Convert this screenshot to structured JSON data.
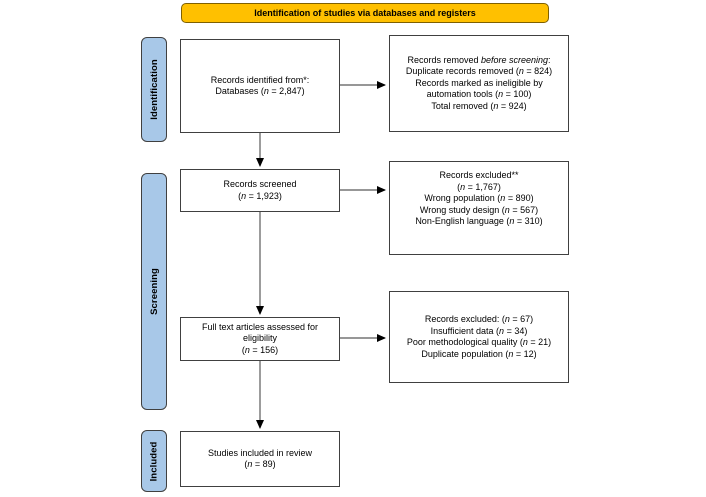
{
  "banner": {
    "label": "Identification of studies via databases and registers"
  },
  "stages": [
    {
      "id": "identification",
      "label": "Identification"
    },
    {
      "id": "screening",
      "label": "Screening"
    },
    {
      "id": "included",
      "label": "Included"
    }
  ],
  "boxes": [
    {
      "id": "records-identified",
      "lines": [
        "Records identified from*:",
        "Databases (*n* = 2,847)"
      ]
    },
    {
      "id": "records-removed-before-screening",
      "lines": [
        "Records removed *before screening*:",
        "Duplicate records removed (*n* = 824)",
        "Records marked as ineligible by",
        "automation tools (*n* = 100)",
        "Total removed (*n* = 924)"
      ]
    },
    {
      "id": "records-screened",
      "lines": [
        "Records screened",
        "(*n* = 1,923)"
      ]
    },
    {
      "id": "records-excluded",
      "lines": [
        "Records excluded**",
        "(*n* = 1,767)",
        "Wrong population (*n* = 890)",
        "Wrong study design (*n* = 567)",
        "Non-English language (*n* = 310)"
      ]
    },
    {
      "id": "fulltext-assessed",
      "lines": [
        "Full text articles assessed for",
        "eligibility",
        "(*n* = 156)"
      ]
    },
    {
      "id": "records-excluded-fulltext",
      "lines": [
        "Records excluded: (*n* = 67)",
        "Insufficient data (*n* = 34)",
        "Poor methodological quality (*n* = 21)",
        "Duplicate population (*n* = 12)"
      ]
    },
    {
      "id": "studies-included",
      "lines": [
        "Studies included in review",
        "(*n* = 89)"
      ]
    }
  ],
  "colors": {
    "banner_bg": "#FFC000",
    "banner_border": "#7F6000",
    "stage_bg": "#A8C8E8",
    "box_border": "#404040",
    "arrow_line": "#595959",
    "arrow_head": "#000000"
  }
}
